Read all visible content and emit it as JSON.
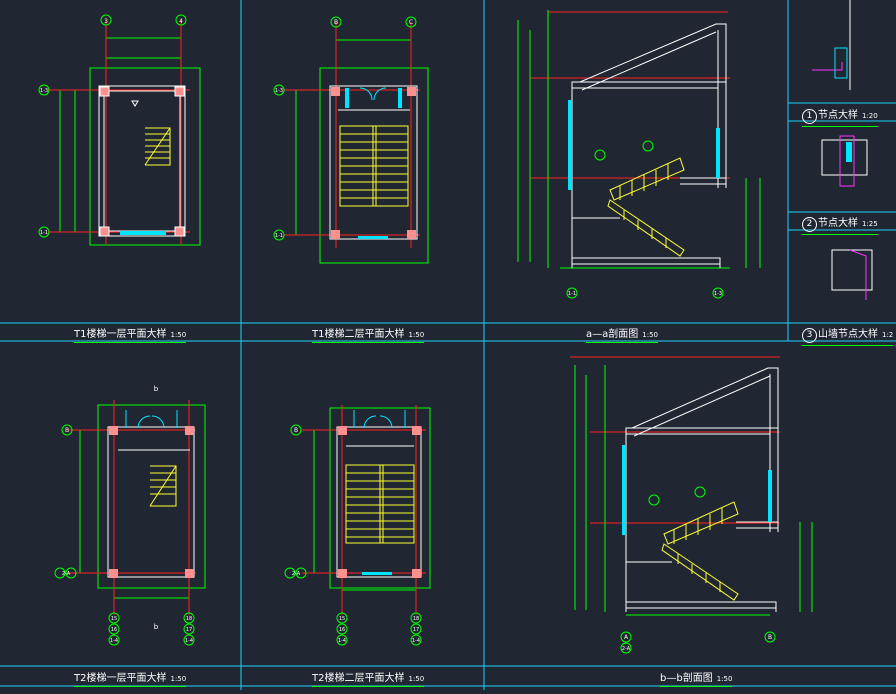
{
  "colors": {
    "background": "#202732",
    "frame": "#1fd3ff",
    "wall": "#ffffff",
    "axis": "#ff2020",
    "dimension": "#00ff00",
    "stair": "#ffff33",
    "glass": "#00e5ff",
    "detail": "#ff33ff",
    "text": "#ffffff"
  },
  "drawings": [
    {
      "id": "t1-floor1",
      "title": "T1楼梯一层平面大样",
      "scale": "1:50"
    },
    {
      "id": "t1-floor2",
      "title": "T1楼梯二层平面大样",
      "scale": "1:50"
    },
    {
      "id": "section-a",
      "title": "a—a剖面图",
      "scale": "1:50"
    },
    {
      "id": "detail-1",
      "number": "1",
      "title": "节点大样",
      "scale": "1:20"
    },
    {
      "id": "detail-2",
      "number": "2",
      "title": "节点大样",
      "scale": "1:25"
    },
    {
      "id": "detail-3",
      "number": "3",
      "title": "山墙节点大样",
      "scale": "1:2"
    },
    {
      "id": "t2-floor1",
      "title": "T2楼梯一层平面大样",
      "scale": "1:50"
    },
    {
      "id": "t2-floor2",
      "title": "T2楼梯二层平面大样",
      "scale": "1:50"
    },
    {
      "id": "section-b",
      "title": "b—b剖面图",
      "scale": "1:50"
    }
  ],
  "axes": {
    "t1_floor1_top": [
      "3",
      "4"
    ],
    "t1_floor2_top": [
      "B",
      "C"
    ],
    "t1_side": [
      "1-3",
      "1-1"
    ],
    "section_a_bottom": [
      "1-1",
      "1-3"
    ],
    "t2_floor1_bottom": [
      "15",
      "16",
      "1-4",
      "18",
      "17",
      "1-4"
    ],
    "t2_side": [
      "B",
      "2-A"
    ],
    "section_b_bottom": [
      "A",
      "B",
      "2-A"
    ],
    "section_marks": [
      "b",
      "b"
    ]
  }
}
